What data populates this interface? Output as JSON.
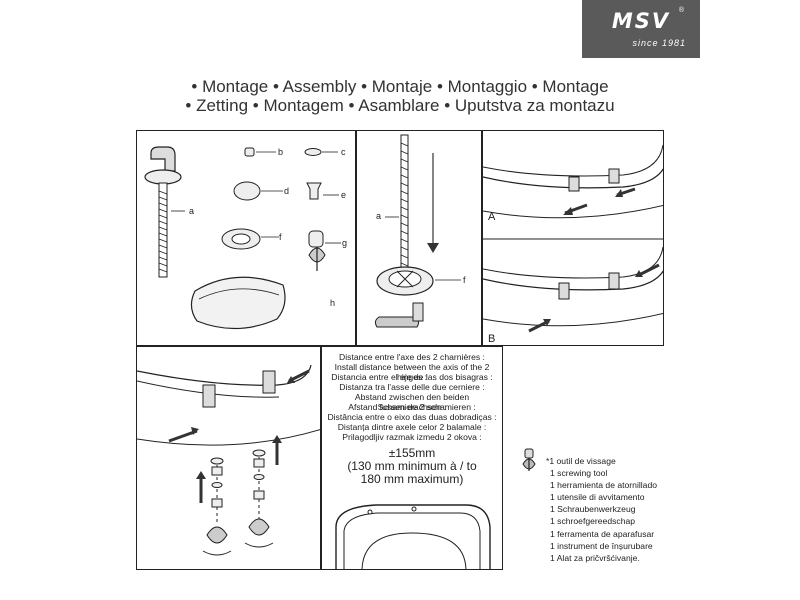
{
  "logo": {
    "brand": "MSV",
    "registered": "®",
    "since": "since 1981"
  },
  "title": {
    "line1": "• Montage • Assembly • Montaje • Montaggio • Montage",
    "line2": "• Zetting • Montagem • Asamblare • Uputstva za montazu"
  },
  "parts_panel": {
    "labels": {
      "a": "a",
      "b": "b",
      "c": "c",
      "d": "d",
      "e": "e",
      "f": "f",
      "g": "g",
      "h": "h"
    }
  },
  "bolt_panel": {
    "labels": {
      "a": "a",
      "f": "f"
    }
  },
  "hinge_panel": {
    "labels": {
      "A": "A",
      "B": "B"
    }
  },
  "distance": {
    "lines": [
      "Distance entre l'axe des 2 charnières :",
      "Install distance between the axis of the 2 hinges :",
      "Distancia entre el eje de las dos bisagras :",
      "Distanza tra l'asse delle due cerniere :",
      "Abstand zwischen den beiden Schamierachsen :",
      "Afstand tussen de 2 schamieren :",
      "Distância entre o eixo das duas dobradiças :",
      "Distanța dintre axele celor 2 balamale :",
      "Prilagodljiv razmak izmedu 2 okova :"
    ],
    "value_line1": "±155mm",
    "value_line2": "(130 mm minimum à / to",
    "value_line3": "180 mm maximum)"
  },
  "tools": {
    "lines": [
      "*1 outil de vissage",
      "1 screwing tool",
      "1 herramienta de atornillado",
      "1 utensile di avvitamento",
      "1 Schraubenwerkzeug",
      "1 schroefgereedschap",
      "1 ferramenta de aparafusar",
      "1 instrument de înșurubare",
      "1 Alat za pričvršćivanje."
    ]
  },
  "colors": {
    "logo_bg": "#5a5a5a",
    "line": "#222222",
    "arrow": "#333333",
    "part_fill": "#e8e8e8"
  }
}
